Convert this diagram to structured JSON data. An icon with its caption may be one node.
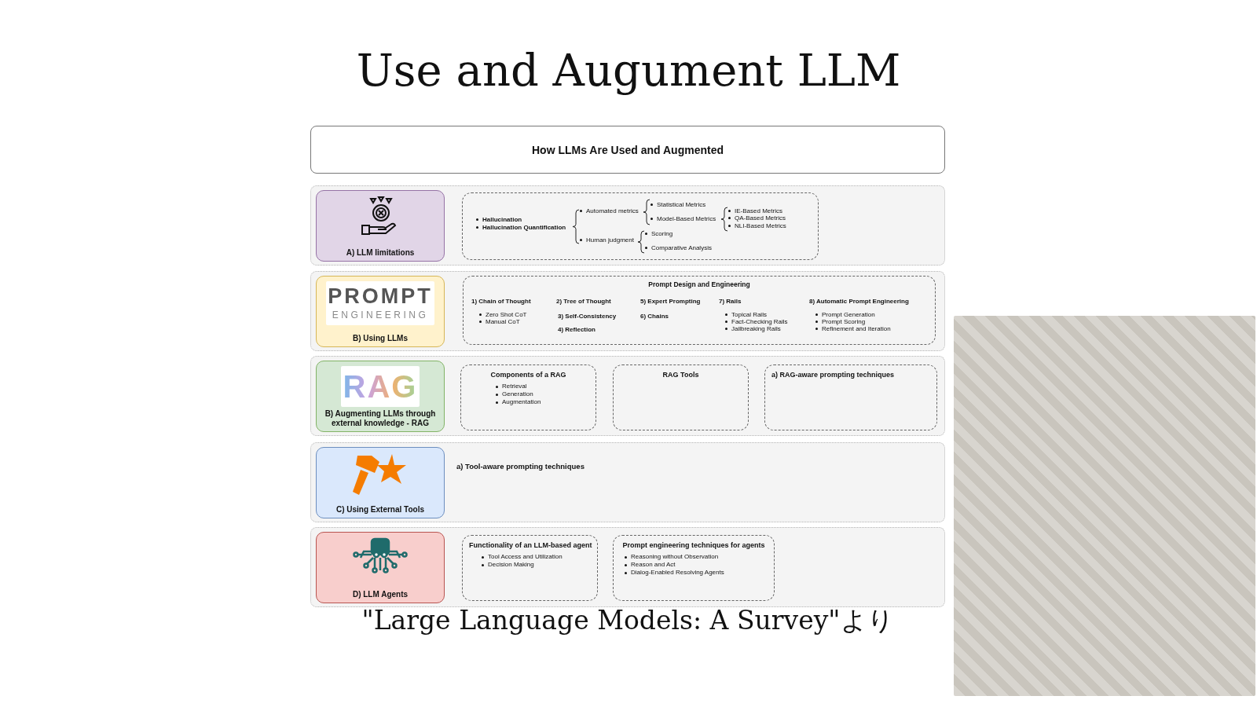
{
  "diagram": {
    "title": "Use and Augument LLM",
    "caption": "\"Large Language Models: A Survey\"より",
    "nodes": [
      {
        "text": [
          "How LLMs Are Used and Augmented"
        ]
      },
      {
        "text": [],
        "shape": "band"
      },
      {
        "text": [
          "A) LLM limitations"
        ],
        "in": 1
      },
      {
        "text": [
          "Hallucination",
          "Hallucination Quantification",
          "Automated metrics",
          "Human judgment",
          "Statistical Metrics",
          "Model-Based Metrics",
          "Scoring",
          "Comparative Analysis",
          "IE-Based Metrics",
          "QA-Based Metrics",
          "NLI-Based Metrics"
        ],
        "in": 1
      },
      {
        "text": [],
        "shape": "band"
      },
      {
        "text": [
          "PROMPT",
          "ENGINEERING",
          "B) Using LLMs"
        ],
        "in": 4
      },
      {
        "text": [
          "Prompt Design and Engineering",
          "1) Chain of Thought",
          "Zero Shot CoT",
          "Manual CoT",
          "2) Tree of Thought",
          "3) Self-Consistency",
          "4) Reflection",
          "5) Expert Prompting",
          "6) Chains",
          "7) Rails",
          "Topical Rails",
          "Fact-Checking Rails",
          "Jailbreaking Rails",
          "8) Automatic Prompt Engineering",
          "Prompt Generation",
          "Prompt Scoring",
          "Refinement and Iteration"
        ],
        "in": 4
      },
      {
        "text": [],
        "shape": "band"
      },
      {
        "text": [
          "RAG",
          "B) Augmenting LLMs through external knowledge - RAG"
        ],
        "in": 7
      },
      {
        "text": [
          "Components of a RAG",
          "Retrieval",
          "Generation",
          "Augmentation"
        ],
        "in": 7
      },
      {
        "text": [
          "RAG Tools"
        ],
        "in": 7
      },
      {
        "text": [
          "a) RAG-aware prompting techniques"
        ],
        "in": 7
      },
      {
        "text": [
          "a) Tool-aware prompting techniques"
        ]
      },
      {
        "text": [
          "C) Using External Tools"
        ],
        "in": 12
      },
      {
        "text": [],
        "shape": "band"
      },
      {
        "text": [
          "D) LLM Agents"
        ],
        "in": 14
      },
      {
        "text": [
          "Functionality of an LLM-based agent",
          "Tool Access and Utilization",
          "Decision Making"
        ],
        "in": 14
      },
      {
        "text": [
          "Prompt engineering techniques for agents",
          "Reasoning without Observation",
          "Reason and Act",
          "Dialog-Enabled Resolving Agents"
        ],
        "in": 14
      }
    ]
  }
}
